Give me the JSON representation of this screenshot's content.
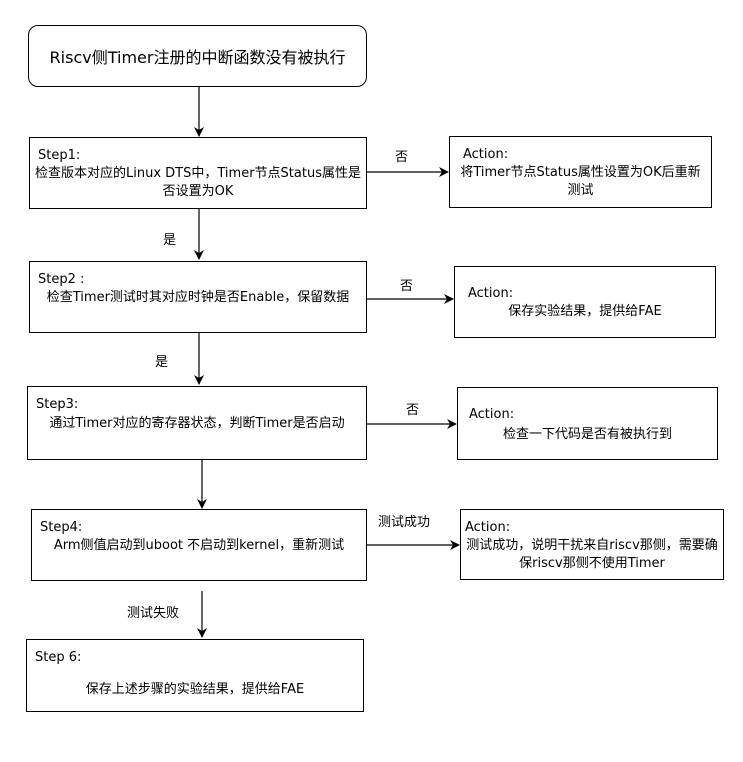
{
  "title": "Riscv侧Timer注册的中断函数没有被执行",
  "steps": [
    {
      "head": "Step1:",
      "text": "检查版本对应的Linux DTS中，Timer节点Status属性是否设置为OK"
    },
    {
      "head": "Step2 :",
      "text": "检查Timer测试时其对应时钟是否Enable，保留数据"
    },
    {
      "head": "Step3:",
      "text": "通过Timer对应的寄存器状态，判断Timer是否启动"
    },
    {
      "head": "Step4:",
      "text": "Arm侧值启动到uboot 不启动到kernel，重新测试"
    },
    {
      "head": "Step 6:",
      "text": "保存上述步骤的实验结果，提供给FAE"
    }
  ],
  "actions": [
    {
      "head": "Action:",
      "text": "将Timer节点Status属性设置为OK后重新测试"
    },
    {
      "head": "Action:",
      "text": "保存实验结果，提供给FAE"
    },
    {
      "head": "Action:",
      "text": "检查一下代码是否有被执行到"
    },
    {
      "head": "Action:",
      "text": "测试成功，说明干扰来自riscv那侧，需要确保riscv那侧不使用Timer"
    }
  ],
  "edge_labels": {
    "no1": "否",
    "no2": "否",
    "no3": "否",
    "success": "测试成功",
    "yes1": "是",
    "yes2": "是",
    "fail": "测试失败"
  }
}
